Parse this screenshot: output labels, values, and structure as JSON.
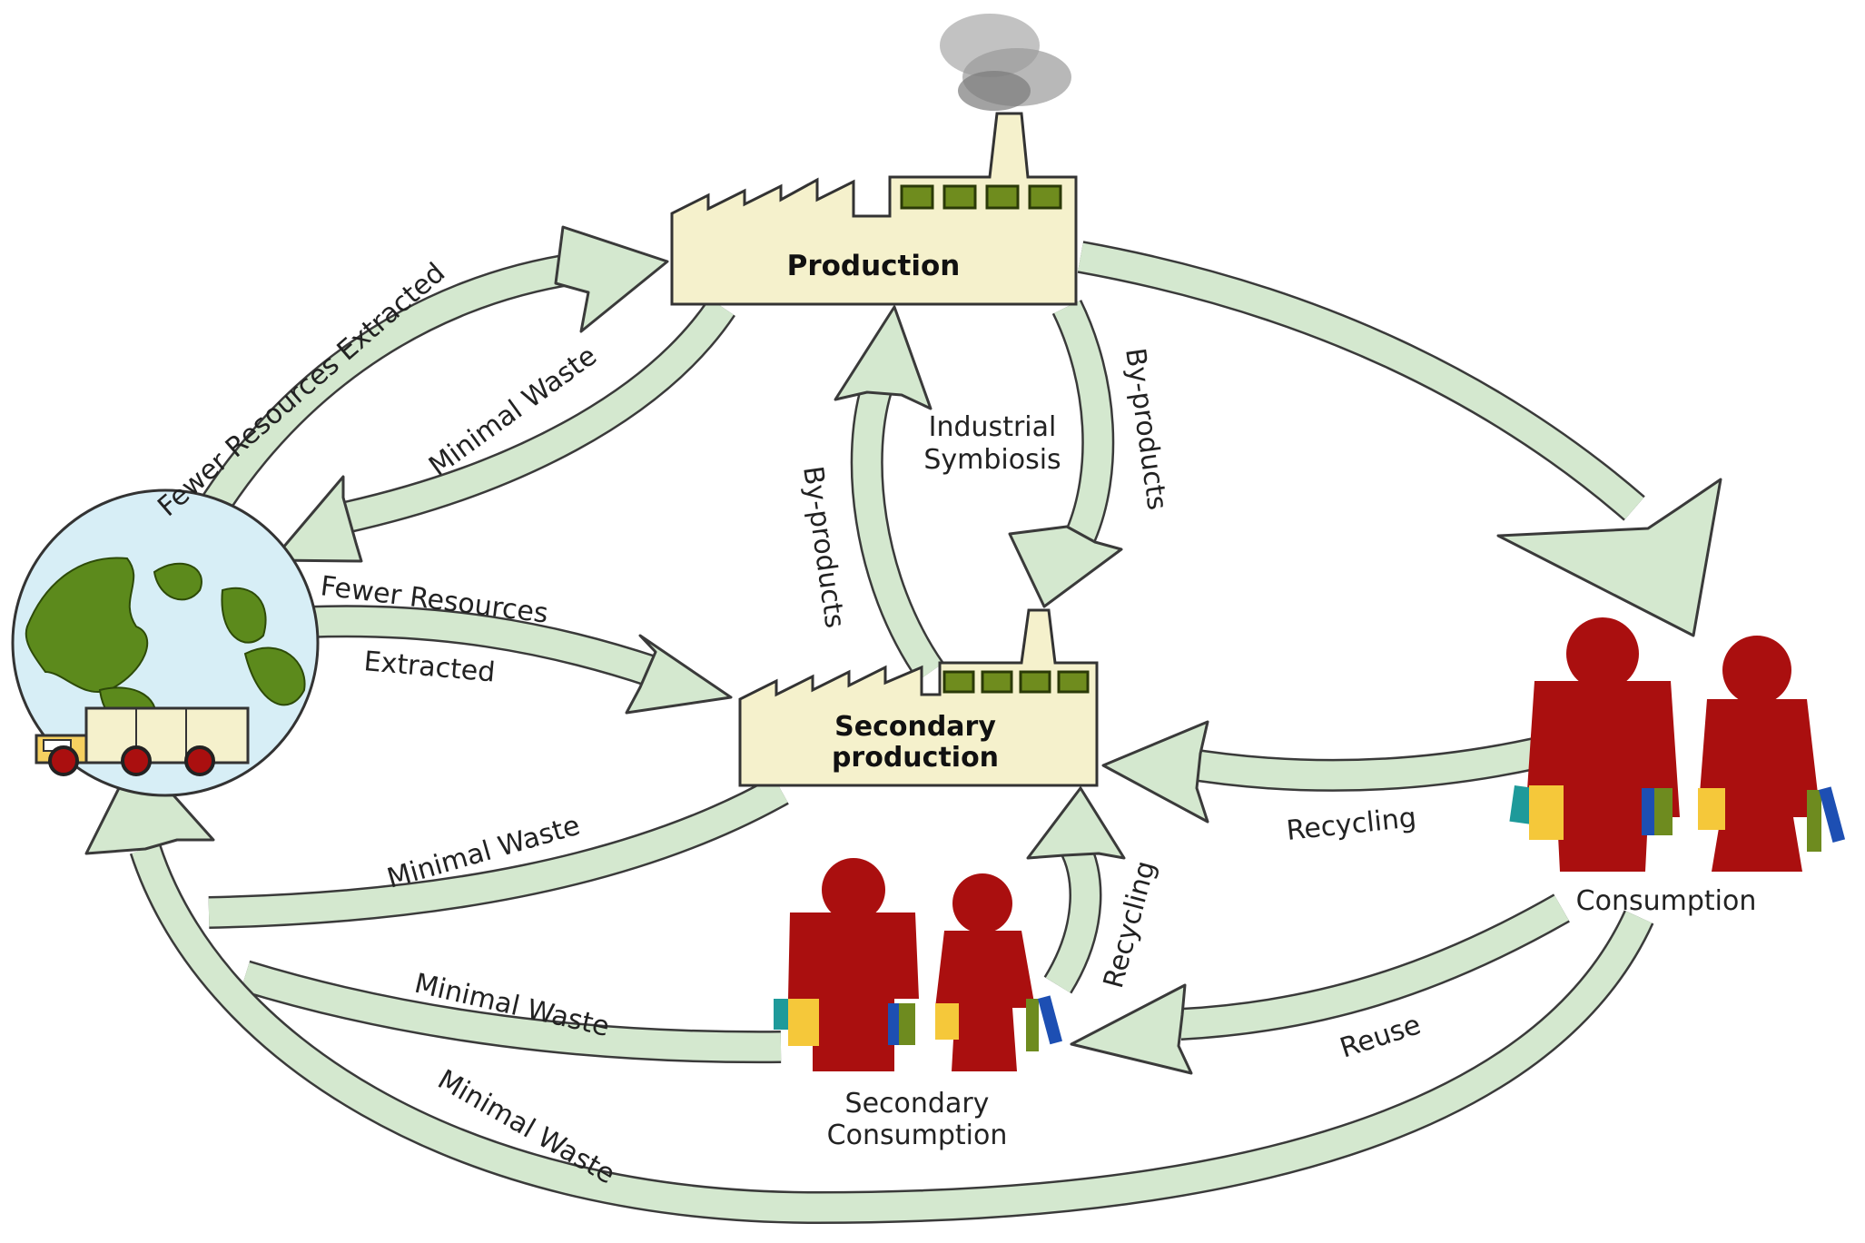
{
  "nodes": {
    "production": "Production",
    "secondary_production_line1": "Secondary",
    "secondary_production_line2": "production",
    "consumption": "Consumption",
    "secondary_consumption_line1": "Secondary",
    "secondary_consumption_line2": "Consumption"
  },
  "labels": {
    "fewer_resources_extracted_top": "Fewer Resources Extracted",
    "minimal_waste_top": "Minimal Waste",
    "fewer_resources_mid_line1": "Fewer Resources",
    "fewer_resources_mid_line2": "Extracted",
    "industrial_symbiosis_line1": "Industrial",
    "industrial_symbiosis_line2": "Symbiosis",
    "by_products_left": "By-products",
    "by_products_right": "By-products",
    "minimal_waste_mid": "Minimal Waste",
    "minimal_waste_low": "Minimal Waste",
    "minimal_waste_bottom": "Minimal Waste",
    "recycling_right": "Recycling",
    "recycling_center": "Recycling",
    "reuse": "Reuse"
  },
  "colors": {
    "arrow_fill": "#d4e8cf",
    "person": "#aa0f0f",
    "factory": "#f5f1cc",
    "window": "#6f8c1e",
    "ocean": "#d7eef6",
    "land": "#5c8a1c"
  }
}
